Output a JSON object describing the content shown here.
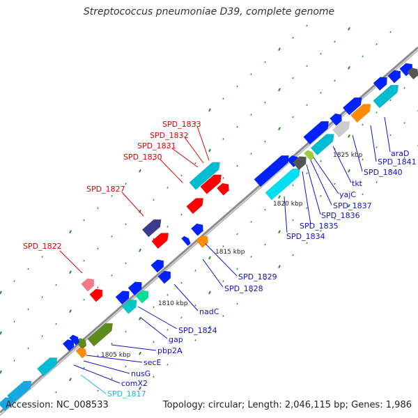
{
  "title": "Streptococcus pneumoniae D39, complete genome",
  "accession": "Accession: NC_008533",
  "summary": "Topology: circular; Length: 2,046,115 bp; Genes: 1,986",
  "colors": {
    "red_label": "#e00000",
    "blue_label": "#1010d0",
    "cyan_label": "#18b8e8",
    "backbone": "#888888",
    "tick": "#2a8a2a"
  },
  "scale_labels": [
    "1805 kbp",
    "1810 kbp",
    "1815 kbp",
    "1820 kbp",
    "1825 kbp"
  ],
  "labels": [
    {
      "text": "SPD_1833",
      "color": "red"
    },
    {
      "text": "SPD_1832",
      "color": "red"
    },
    {
      "text": "SPD_1831",
      "color": "red"
    },
    {
      "text": "SPD_1830",
      "color": "red"
    },
    {
      "text": "SPD_1827",
      "color": "red"
    },
    {
      "text": "SPD_1822",
      "color": "red"
    },
    {
      "text": "SPD_1829",
      "color": "blue"
    },
    {
      "text": "SPD_1828",
      "color": "blue"
    },
    {
      "text": "nadC",
      "color": "blue"
    },
    {
      "text": "SPD_1824",
      "color": "blue"
    },
    {
      "text": "gap",
      "color": "blue"
    },
    {
      "text": "pbp2A",
      "color": "blue"
    },
    {
      "text": "secE",
      "color": "blue"
    },
    {
      "text": "nusG",
      "color": "blue"
    },
    {
      "text": "comX2",
      "color": "blue"
    },
    {
      "text": "SPD_1817",
      "color": "cyan"
    },
    {
      "text": "araD",
      "color": "blue"
    },
    {
      "text": "SPD_1841",
      "color": "blue"
    },
    {
      "text": "SPD_1840",
      "color": "blue"
    },
    {
      "text": "tkt",
      "color": "blue"
    },
    {
      "text": "yajC",
      "color": "blue"
    },
    {
      "text": "SPD_1837",
      "color": "blue"
    },
    {
      "text": "SPD_1836",
      "color": "blue"
    },
    {
      "text": "SPD_1835",
      "color": "blue"
    },
    {
      "text": "SPD_1834",
      "color": "blue"
    }
  ]
}
